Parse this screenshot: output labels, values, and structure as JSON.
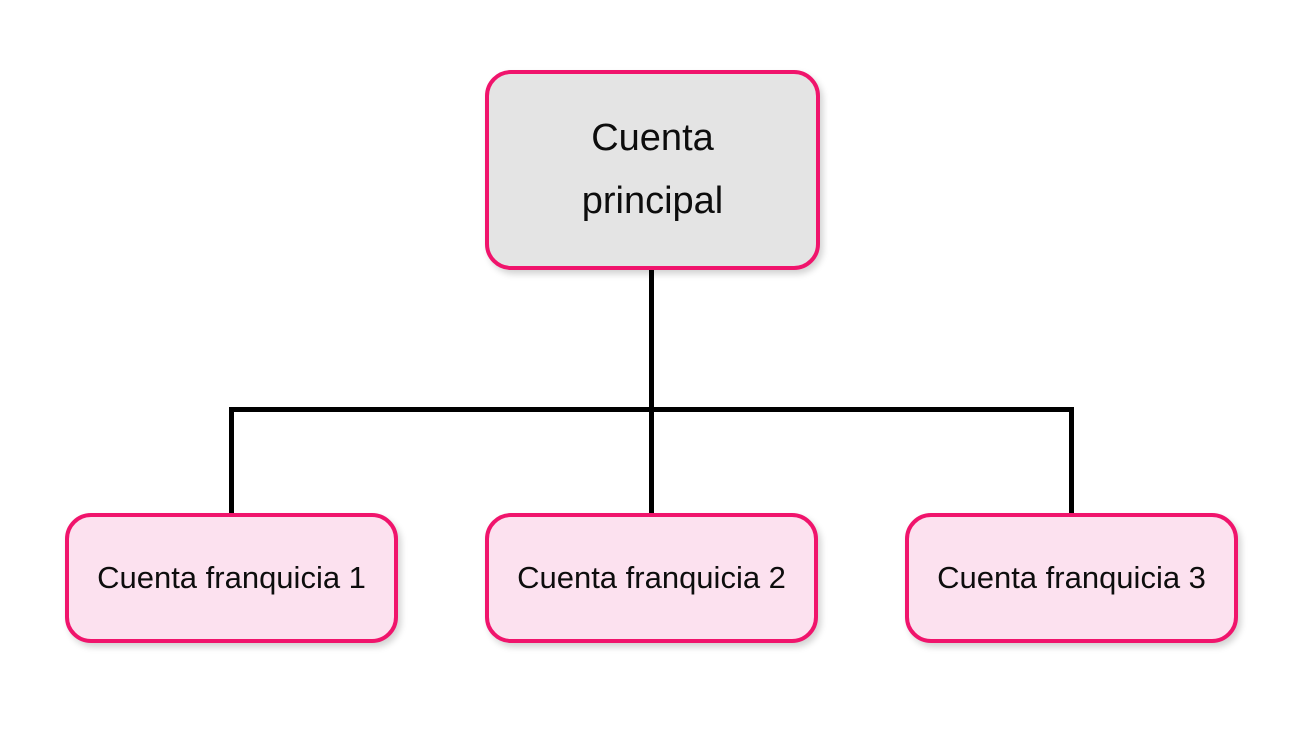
{
  "diagram": {
    "root": {
      "label": "Cuenta\nprincipal"
    },
    "children": [
      {
        "label": "Cuenta franquicia 1"
      },
      {
        "label": "Cuenta franquicia 2"
      },
      {
        "label": "Cuenta franquicia 3"
      }
    ],
    "colors": {
      "border": "#f0146c",
      "root_fill": "#e4e4e4",
      "child_fill": "#fce1ef",
      "connector": "#000000",
      "background": "#ffffff"
    }
  }
}
